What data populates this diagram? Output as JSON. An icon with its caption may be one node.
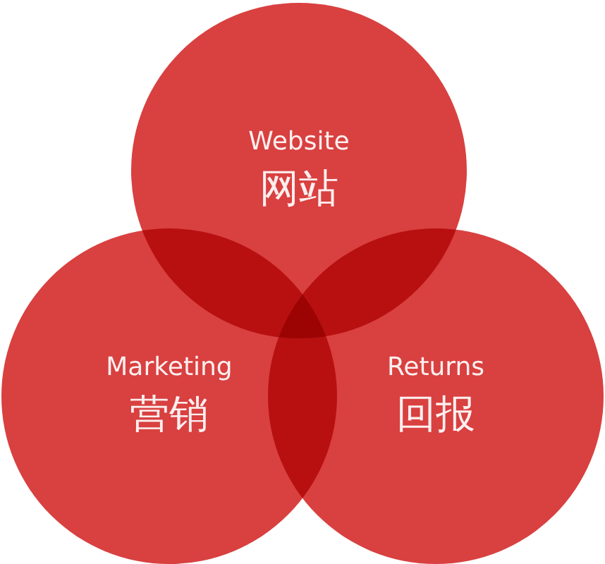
{
  "diagram": {
    "nodes": [
      {
        "text": [
          "Website",
          "网站"
        ]
      },
      {
        "text": [
          "Marketing",
          "营销"
        ]
      },
      {
        "text": [
          "Returns",
          "回报"
        ]
      }
    ]
  }
}
